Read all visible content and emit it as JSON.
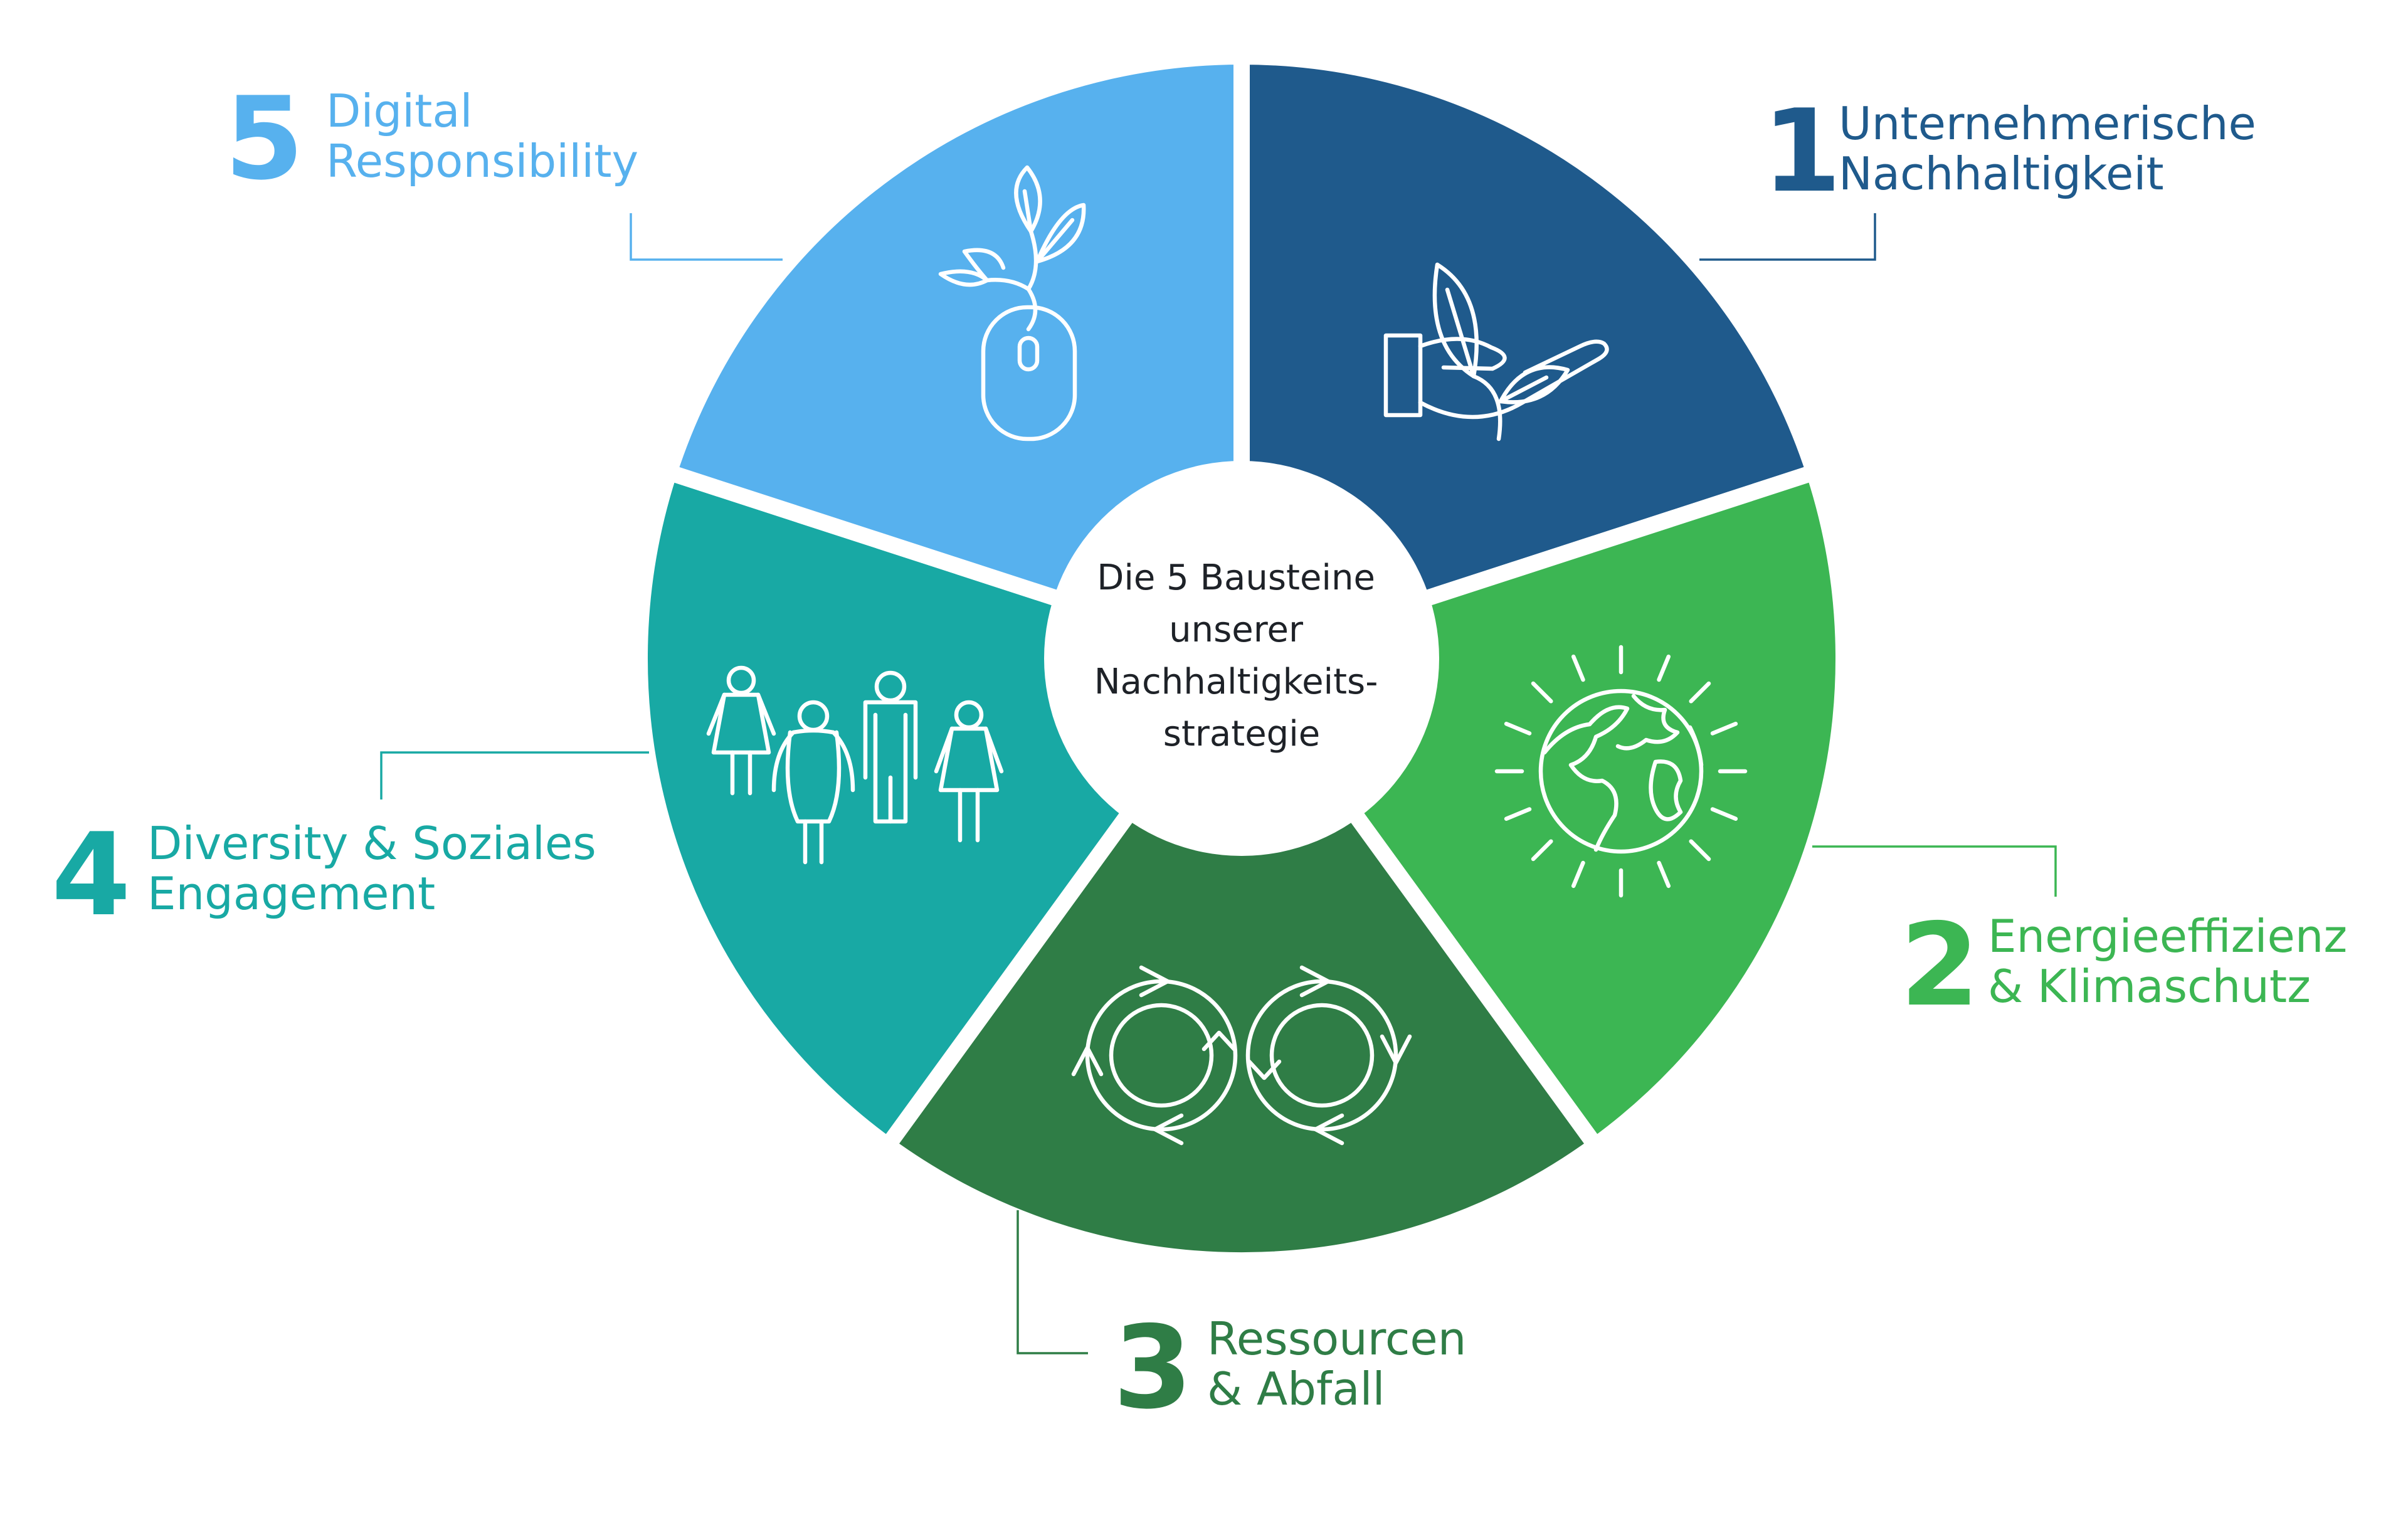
{
  "center": {
    "lines": [
      "Die 5 Bausteine",
      "unserer",
      "Nachhaltigkeits-",
      "strategie"
    ]
  },
  "blocks": [
    {
      "number": "1",
      "line1": "Unternehmerische",
      "line2": "Nachhaltigkeit",
      "color": "#1f5a8c",
      "icon": "hand-with-plant-icon"
    },
    {
      "number": "2",
      "line1": "Energieeffizienz",
      "line2": "& Klimaschutz",
      "color": "#3cb653",
      "icon": "sun-globe-icon"
    },
    {
      "number": "3",
      "line1": "Ressourcen",
      "line2": "& Abfall",
      "color": "#2f7d46",
      "icon": "infinity-recycling-icon"
    },
    {
      "number": "4",
      "line1": "Diversity & Soziales",
      "line2": "Engagement",
      "color": "#18a9a4",
      "icon": "people-group-icon"
    },
    {
      "number": "5",
      "line1": "Digital",
      "line2": "Responsibility",
      "color": "#57b1ee",
      "icon": "plant-mouse-icon"
    }
  ],
  "colors": {
    "background": "#ffffff",
    "divider": "#ffffff",
    "center_fill": "#ffffff",
    "center_text": "#1e2228"
  }
}
